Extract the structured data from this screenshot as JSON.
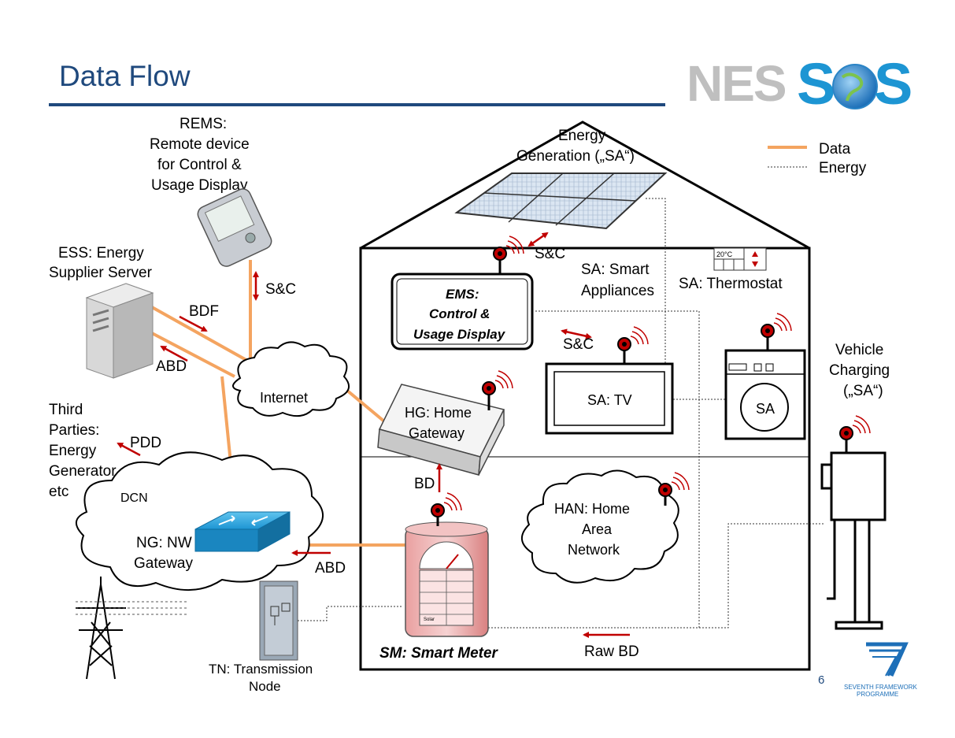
{
  "title": "Data Flow",
  "logo_text": "NESSoS",
  "page_number": "6",
  "fp7_logo": {
    "line1": "SEVENTH FRAMEWORK",
    "line2": "PROGRAMME"
  },
  "legend": {
    "data": "Data",
    "energy": "Energy"
  },
  "colors": {
    "title": "#1f497d",
    "data_line": "#f4a460",
    "arrow": "#c00000",
    "divider": "#1f497d"
  },
  "nodes": {
    "rems": [
      "REMS:",
      "Remote device",
      "for Control &",
      "Usage Display"
    ],
    "ess": [
      "ESS: Energy",
      "Supplier Server"
    ],
    "third": [
      "Third",
      "Parties:",
      "Energy",
      "Generator",
      "etc"
    ],
    "internet": "Internet",
    "dcn": "DCN",
    "ng": [
      "NG: NW",
      "Gateway"
    ],
    "tn": [
      "TN: Transmission",
      "Node"
    ],
    "energy_gen": [
      "Energy",
      "Generation („SA“)"
    ],
    "ems": [
      "EMS:",
      "Control &",
      "Usage Display"
    ],
    "sa_smart": [
      "SA:  Smart",
      "Appliances"
    ],
    "sa_thermostat": "SA: Thermostat",
    "thermostat_display": "20°C",
    "hg": [
      "HG: Home",
      "Gateway"
    ],
    "sa_tv": "SA: TV",
    "sa_washer": "SA",
    "han": [
      "HAN:  Home",
      "Area",
      "Network"
    ],
    "sm": "SM: Smart Meter",
    "meter_panel": "Solar",
    "vehicle": [
      "Vehicle",
      "Charging",
      "(„SA“)"
    ]
  },
  "flows": {
    "sc_rems": "S&C",
    "bdf": "BDF",
    "abd_ess": "ABD",
    "pdd": "PDD",
    "bd": "BD",
    "abd_sm": "ABD",
    "sc_roof": "S&C",
    "sc_tv": "S&C",
    "raw_bd": "Raw BD"
  }
}
